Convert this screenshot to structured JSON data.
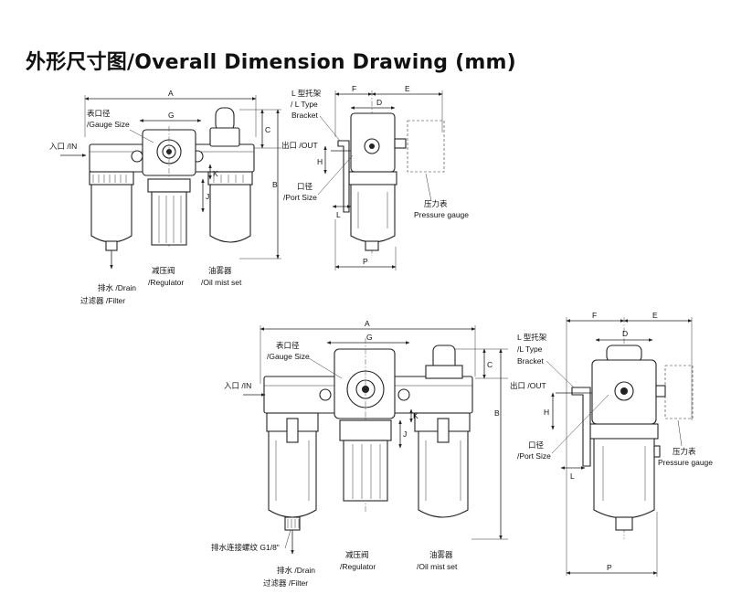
{
  "title": "外形尺寸图/Overall Dimension Drawing (mm)",
  "top_front": {
    "dims": {
      "A": "A",
      "G": "G",
      "C": "C",
      "B": "B",
      "J": "J",
      "K": "K"
    },
    "labels": {
      "gauge_cn": "表口径",
      "gauge_en": "/Gauge Size",
      "in": "入口 /IN",
      "drain_en": "排水 /Drain",
      "filter": "过滤器 /Filter",
      "reg_cn": "减压阀",
      "reg_en": "/Regulator",
      "oil_cn": "油雾器",
      "oil_en": "/Oil mist set"
    }
  },
  "top_side": {
    "dims": {
      "F": "F",
      "E": "E",
      "D": "D",
      "H": "H",
      "L": "L",
      "P": "P"
    },
    "labels": {
      "bracket_cn": "L 型托架",
      "bracket_en": "/ L Type",
      "bracket_en2": "Bracket",
      "out": "出口 /OUT",
      "port_cn": "口径",
      "port_en": "/Port Size",
      "pg_cn": "压力表",
      "pg_en": "Pressure gauge"
    }
  },
  "bot_front": {
    "dims": {
      "A": "A",
      "G": "G",
      "C": "C",
      "B": "B",
      "J": "J",
      "K": "K"
    },
    "labels": {
      "gauge_cn": "表口径",
      "gauge_en": "/Gauge Size",
      "in": "入口 /IN",
      "drain_thread": "排水连接螺纹 G1/8\"",
      "drain_en": "排水 /Drain",
      "filter": "过滤器 /Filter",
      "reg_cn": "减压阀",
      "reg_en": "/Regulator",
      "oil_cn": "油雾器",
      "oil_en": "/Oil mist set"
    }
  },
  "bot_side": {
    "dims": {
      "F": "F",
      "E": "E",
      "D": "D",
      "H": "H",
      "L": "L",
      "P": "P"
    },
    "labels": {
      "bracket_cn": "L 型托架",
      "bracket_en": "/L Type",
      "bracket_en2": "Bracket",
      "out": "出口 /OUT",
      "port_cn": "口径",
      "port_en": "/Port Size",
      "pg_cn": "压力表",
      "pg_en": "Pressure gauge"
    }
  }
}
